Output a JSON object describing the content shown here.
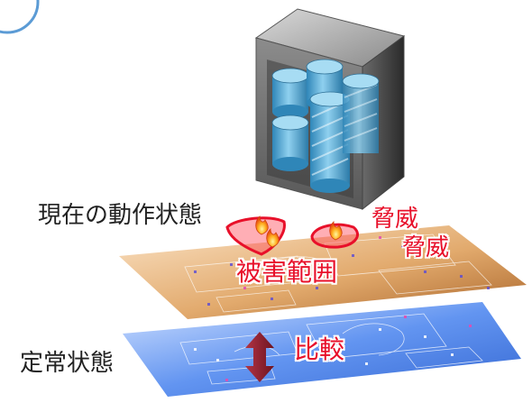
{
  "labels": {
    "current_state": "現在の動作状態",
    "normal_state": "定常状態",
    "threat_1": "脅威",
    "threat_2": "脅威",
    "damage_scope": "被害範囲",
    "compare": "比較"
  },
  "colors": {
    "accent_red": "#e8102a",
    "upper_plane": "#d9a36a",
    "lower_plane": "#4d86e8",
    "arrow": "#8b1f2c",
    "server_body": "#4a4a4a",
    "disk": "#5aa7cf"
  },
  "icons": [
    "server-cabinet-icon",
    "database-disk-icon",
    "fire-icon",
    "double-arrow-icon",
    "corner-circle-icon"
  ]
}
